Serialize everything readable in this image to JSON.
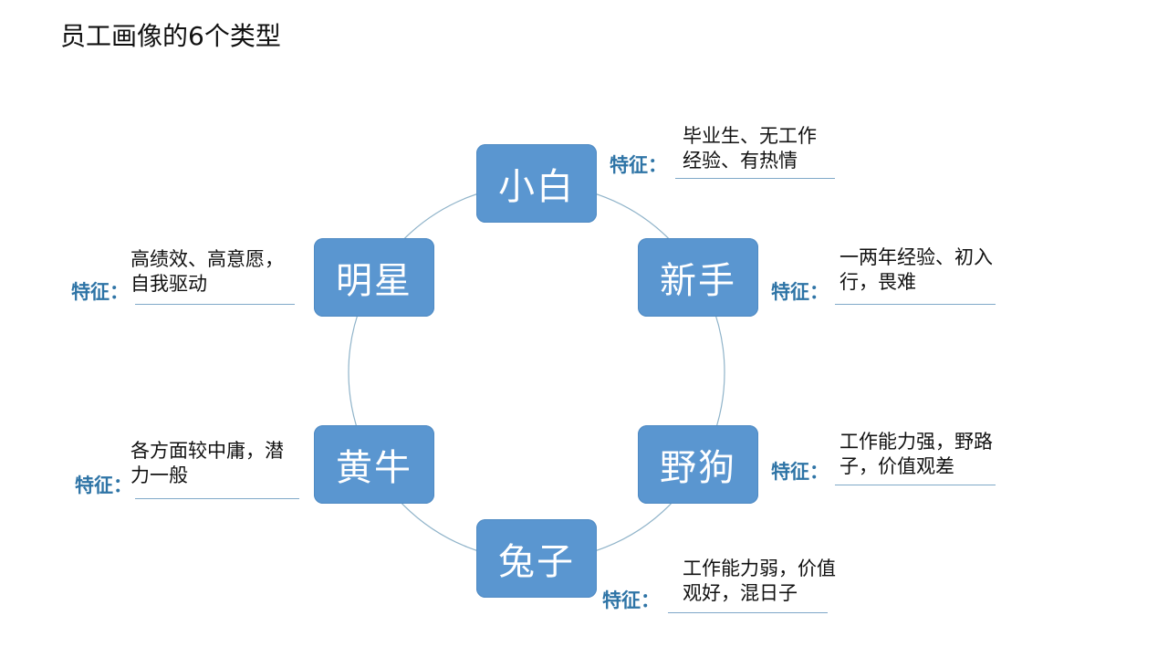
{
  "title": "员工画像的6个类型",
  "feature_label": "特征：",
  "nodes": [
    {
      "id": "xiaobai",
      "name": "小白",
      "desc_line1": "毕业生、无工作",
      "desc_line2": "经验、有热情"
    },
    {
      "id": "xinshou",
      "name": "新手",
      "desc_line1": "一两年经验、初入",
      "desc_line2": "行，畏难"
    },
    {
      "id": "yegou",
      "name": "野狗",
      "desc_line1": "工作能力强，野路",
      "desc_line2": "子，价值观差"
    },
    {
      "id": "tuzi",
      "name": "兔子",
      "desc_line1": "工作能力弱，价值",
      "desc_line2": "观好，混日子"
    },
    {
      "id": "huangniu",
      "name": "黄牛",
      "desc_line1": "各方面较中庸，潜",
      "desc_line2": "力一般"
    },
    {
      "id": "mingxing",
      "name": "明星",
      "desc_line1": "高绩效、高意愿，",
      "desc_line2": "自我驱动"
    }
  ],
  "colors": {
    "node_fill": "#5a96d0",
    "label_text": "#2e74a6",
    "ring_stroke": "#8fb3c9",
    "underline": "#7fa8c8"
  }
}
